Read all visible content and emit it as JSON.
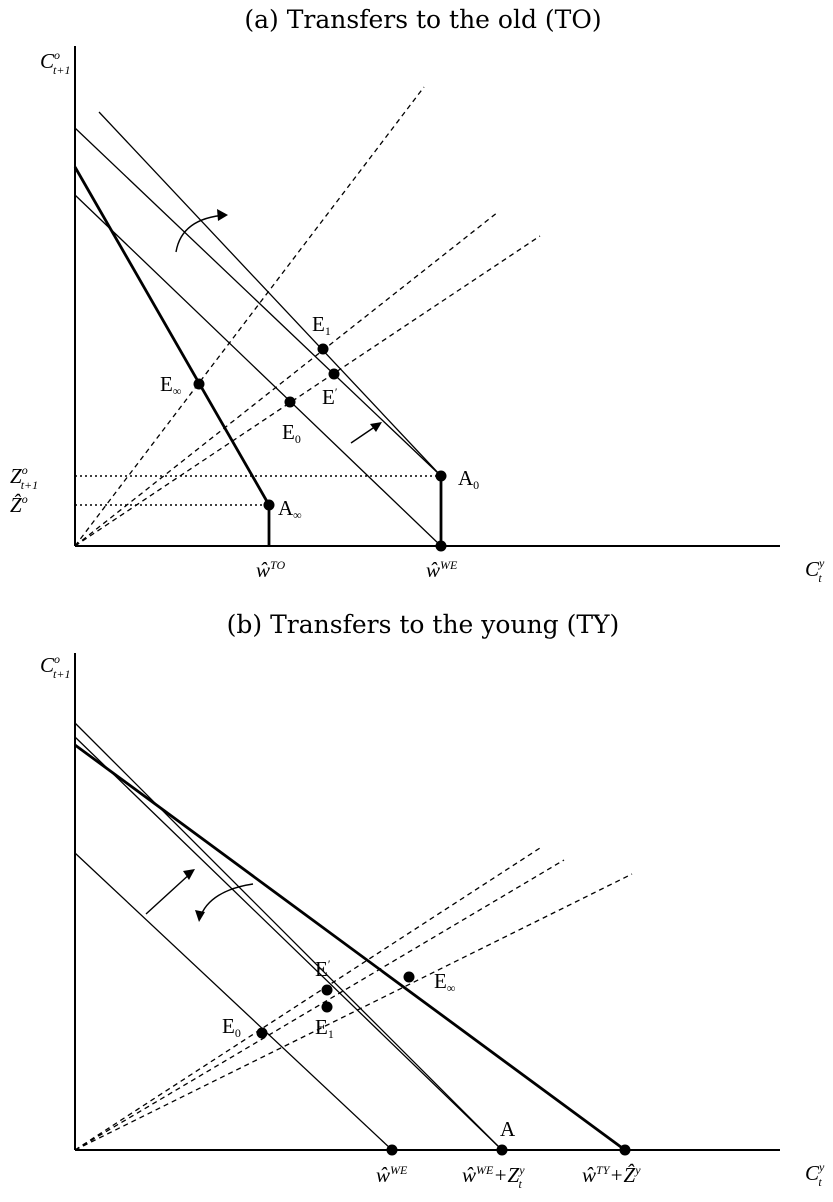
{
  "panel_a": {
    "title": "(a) Transfers to the old (TO)",
    "y_axis": {
      "base": "C",
      "sup": "o",
      "sub": "t+1"
    },
    "x_axis": {
      "base": "C",
      "sup": "y",
      "sub": "t"
    },
    "y_ticks": [
      {
        "base": "Z",
        "sup": "o",
        "sub": "t+1"
      },
      {
        "base": "Ẑ",
        "sup": "o",
        "sub": ""
      }
    ],
    "x_ticks": [
      {
        "base": "ŵ",
        "sup": "TO"
      },
      {
        "base": "ŵ",
        "sup": "WE"
      }
    ],
    "points": [
      {
        "name": "E",
        "sub": "1"
      },
      {
        "name": "E",
        "sub": "′"
      },
      {
        "name": "E",
        "sub": "∞"
      },
      {
        "name": "E",
        "sub": "0"
      },
      {
        "name": "A",
        "sub": "0"
      },
      {
        "name": "A",
        "sub": "∞"
      }
    ]
  },
  "panel_b": {
    "title": "(b) Transfers to the young (TY)",
    "y_axis": {
      "base": "C",
      "sup": "o",
      "sub": "t+1"
    },
    "x_axis": {
      "base": "C",
      "sup": "y",
      "sub": "t"
    },
    "x_ticks": [
      {
        "parts": [
          {
            "base": "ŵ",
            "sup": "WE"
          }
        ]
      },
      {
        "parts": [
          {
            "base": "ŵ",
            "sup": "WE"
          },
          {
            "base": "+Z",
            "sup": "y",
            "sub": "t"
          }
        ]
      },
      {
        "parts": [
          {
            "base": "ŵ",
            "sup": "TY"
          },
          {
            "base": "+Ẑ",
            "sup": "y"
          }
        ]
      }
    ],
    "points": [
      {
        "name": "E",
        "sub": "′"
      },
      {
        "name": "E",
        "sub": "1"
      },
      {
        "name": "E",
        "sub": "0"
      },
      {
        "name": "E",
        "sub": "∞"
      },
      {
        "name": "A",
        "sub": ""
      }
    ]
  }
}
